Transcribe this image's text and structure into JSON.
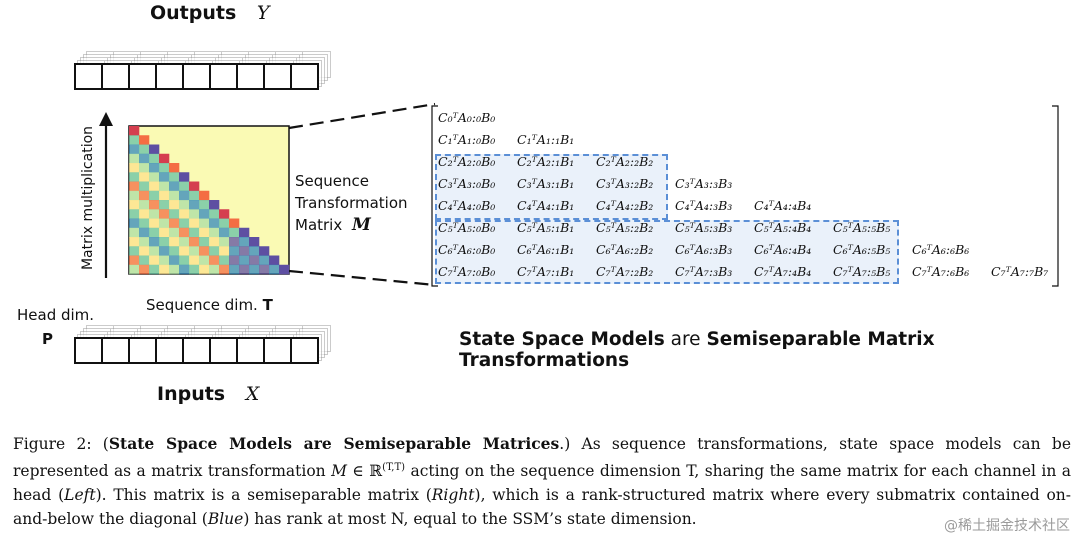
{
  "figure": {
    "outputs_label": "Outputs",
    "outputs_symbol": "Y",
    "inputs_label": "Inputs",
    "inputs_symbol": "X",
    "vertical_axis_label": "Matrix multiplication",
    "sequence_dim_label": "Sequence dim.",
    "sequence_dim_symbol": "T",
    "head_dim_label": "Head dim.",
    "head_dim_symbol": "P",
    "matrix_label_line1": "Sequence",
    "matrix_label_line2": "Transformation",
    "matrix_label_line3": "Matrix",
    "matrix_label_symbol": "M",
    "headline_part1": "State Space Models",
    "headline_part2": "are",
    "headline_part3": "Semiseparable Matrix Transformations",
    "heatmap_colors": {
      "background": "#fafab4",
      "red": "#d53e4f",
      "orange": "#f46d43",
      "yellow": "#fee08b",
      "green": "#abdda4",
      "teal": "#66c2a5",
      "blue": "#3288bd",
      "purple": "#5e4fa2"
    },
    "highlight_color": "#5b8fd6"
  },
  "matrix_entries": [
    [
      "C₀ᵀA₀:₀B₀"
    ],
    [
      "C₁ᵀA₁:₀B₀",
      "C₁ᵀA₁:₁B₁"
    ],
    [
      "C₂ᵀA₂:₀B₀",
      "C₂ᵀA₂:₁B₁",
      "C₂ᵀA₂:₂B₂"
    ],
    [
      "C₃ᵀA₃:₀B₀",
      "C₃ᵀA₃:₁B₁",
      "C₃ᵀA₃:₂B₂",
      "C₃ᵀA₃:₃B₃"
    ],
    [
      "C₄ᵀA₄:₀B₀",
      "C₄ᵀA₄:₁B₁",
      "C₄ᵀA₄:₂B₂",
      "C₄ᵀA₄:₃B₃",
      "C₄ᵀA₄:₄B₄"
    ],
    [
      "C₅ᵀA₅:₀B₀",
      "C₅ᵀA₅:₁B₁",
      "C₅ᵀA₅:₂B₂",
      "C₅ᵀA₅:₃B₃",
      "C₅ᵀA₅:₄B₄",
      "C₅ᵀA₅:₅B₅"
    ],
    [
      "C₆ᵀA₆:₀B₀",
      "C₆ᵀA₆:₁B₁",
      "C₆ᵀA₆:₂B₂",
      "C₆ᵀA₆:₃B₃",
      "C₆ᵀA₆:₄B₄",
      "C₆ᵀA₆:₅B₅",
      "C₆ᵀA₆:₆B₆"
    ],
    [
      "C₇ᵀA₇:₀B₀",
      "C₇ᵀA₇:₁B₁",
      "C₇ᵀA₇:₂B₂",
      "C₇ᵀA₇:₃B₃",
      "C₇ᵀA₇:₄B₄",
      "C₇ᵀA₇:₅B₅",
      "C₇ᵀA₇:₆B₆",
      "C₇ᵀA₇:₇B₇"
    ]
  ],
  "caption": {
    "prefix": "Figure 2: (",
    "title": "State Space Models are Semiseparable Matrices",
    "after_title": ".) As sequence transformations, state space models can be represented as a matrix transformation ",
    "math_M": "M",
    "math_in": " ∈ ℝ",
    "math_sup": "(T,T)",
    "after_math": " acting on the sequence dimension T, sharing the same matrix for each channel in a head (",
    "left": "Left",
    "after_left": "). This matrix is a semiseparable matrix (",
    "right": "Right",
    "after_right": "), which is a rank-structured matrix where every submatrix contained on-and-below the diagonal (",
    "blue": "Blue",
    "after_blue": ") has rank at most N, equal to the SSM’s state dimension."
  },
  "watermark": "@稀土掘金技术社区"
}
